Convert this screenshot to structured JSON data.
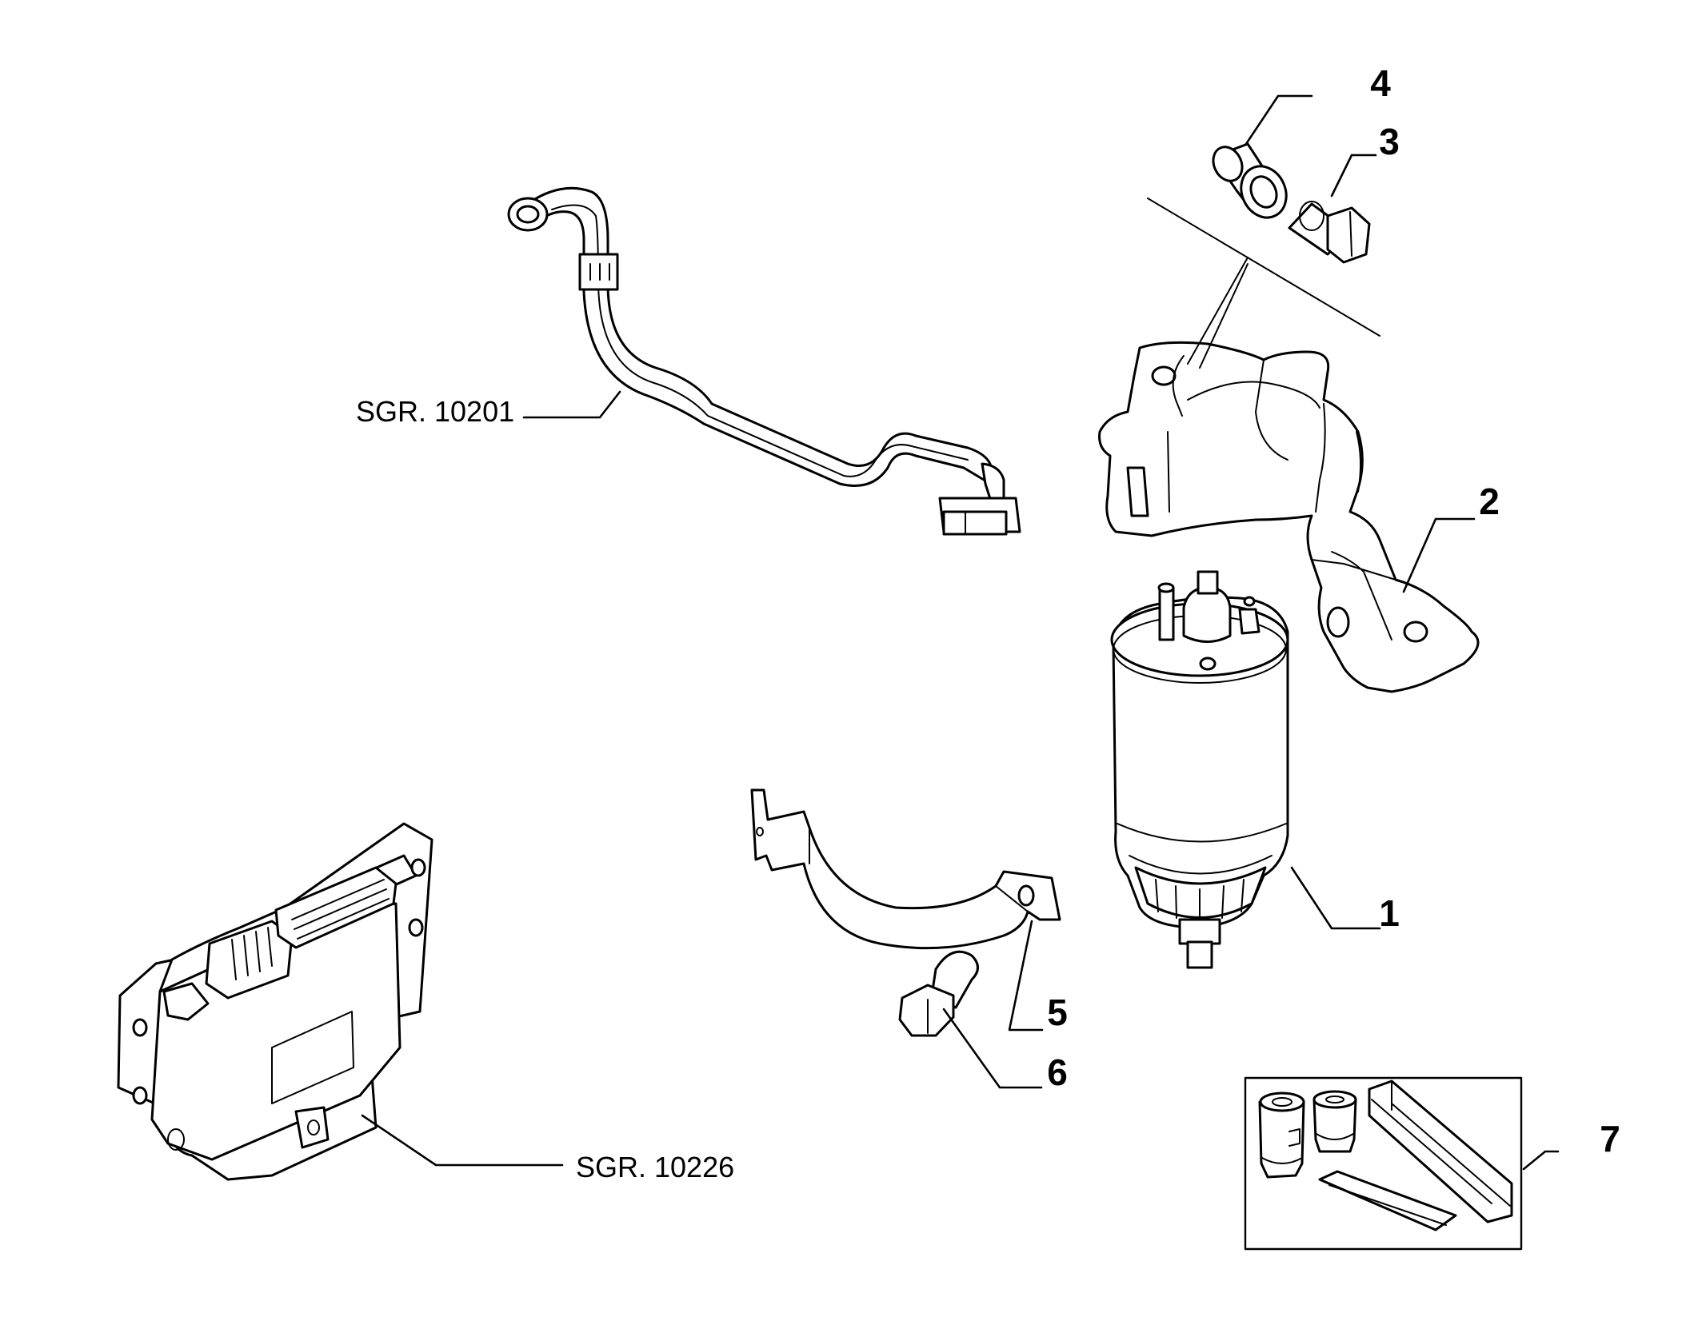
{
  "diagram": {
    "callouts": {
      "c1": "1",
      "c2": "2",
      "c3": "3",
      "c4": "4",
      "c5": "5",
      "c6": "6",
      "c7": "7"
    },
    "references": {
      "hose": "SGR. 10201",
      "ecu": "SGR. 10226"
    },
    "colors": {
      "line": "#000000",
      "background": "#ffffff"
    }
  }
}
